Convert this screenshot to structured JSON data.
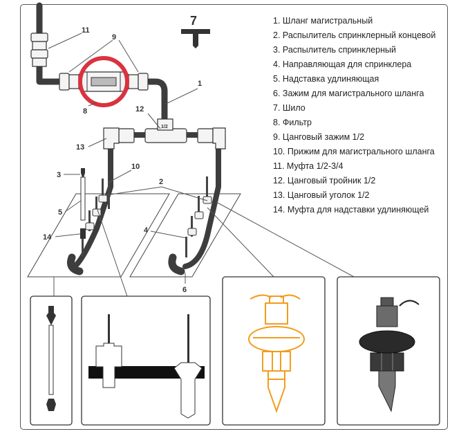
{
  "legend": [
    "1. Шланг магистральный",
    "2. Распылитель спринклерный концевой",
    "3. Распылитель спринклерный",
    "4. Направляющая для спринклера",
    "5. Надставка удлиняющая",
    "6. Зажим для магистрального шланга",
    "7. Шило",
    "8. Фильтр",
    "9. Цанговый зажим 1/2",
    "10. Прижим для магистрального шланга",
    "11. Муфта 1/2-3/4",
    "12. Цанговый тройник 1/2",
    "13. Цанговый уголок 1/2",
    "14. Муфта для надставки удлиняющей"
  ],
  "callouts": {
    "c1": "1",
    "c2": "2",
    "c3": "3",
    "c4": "4",
    "c5": "5",
    "c6": "6",
    "c7": "7",
    "c8": "8",
    "c9": "9",
    "c10": "10",
    "c11": "11",
    "c12": "12",
    "c13": "13",
    "c14": "14"
  },
  "tee_mark": "1/2",
  "colors": {
    "accent_orange": "#f39c1e",
    "filter_ring": "#d9333f",
    "hose": "#3d3d3d"
  },
  "icons": [
    "awl-icon",
    "sprinkler-end-icon",
    "sprinkler-icon",
    "filter-icon"
  ]
}
